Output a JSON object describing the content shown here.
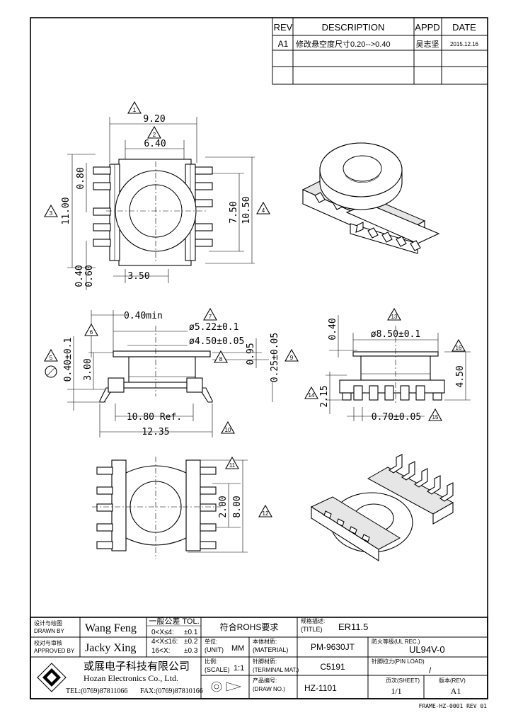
{
  "revision_table": {
    "headers": {
      "rev": "REV",
      "description": "DESCRIPTION",
      "appd": "APPD",
      "date": "DATE"
    },
    "rows": [
      {
        "rev": "A1",
        "description": "修改悬空度尺寸0.20-->0.40",
        "appd": "吴志坚",
        "date": "2015.12.16"
      }
    ]
  },
  "top_view": {
    "dim_width_outer": "9.20",
    "dim_width_inner": "6.40",
    "dim_pitch": "0.80",
    "dim_height_outer": "11.00",
    "dim_pin_span": "7.50",
    "dim_height_total": "10.50",
    "dim_bottom_1": "0.40",
    "dim_bottom_2": "0.60",
    "dim_offset": "3.50",
    "markers": [
      "1",
      "2",
      "3",
      "4"
    ]
  },
  "side_view": {
    "dim_min": "0.40min",
    "dim_flange": "ø5.22±0.1",
    "dim_core": "ø4.50±0.05",
    "dim_flange_h": "0.95",
    "dim_pin_thk": "0.25±0.05",
    "dim_standoff": "0.40±0.1",
    "dim_body_h": "3.00",
    "dim_ref": "10.80  Ref.",
    "dim_total": "12.35",
    "markers": [
      "5",
      "6",
      "7",
      "8",
      "9",
      "10"
    ]
  },
  "right_view": {
    "dim_top": "0.40",
    "dim_flange": "ø8.50±0.1",
    "dim_base_h": "2.15",
    "dim_height": "4.50",
    "dim_pin_w": "0.70±0.05",
    "markers": [
      "13",
      "14",
      "15",
      "16"
    ]
  },
  "bottom_view": {
    "dim_slot": "2.00",
    "dim_height": "8.00",
    "markers": [
      "11",
      "12"
    ]
  },
  "title_block": {
    "drawn_label_cn": "设计与绘图",
    "drawn_label_en": "DRAWN  BY",
    "drawn_by": "Wang  Feng",
    "approved_label_cn": "校对与审核",
    "approved_label_en": "APPROVED  BY",
    "approved_by": "Jacky  Xing",
    "tol_title": "一般公差  TOL.",
    "tol_rows": [
      {
        "range": "0<X≤4:",
        "tol": "±0.1"
      },
      {
        "range": "4<X≤16:",
        "tol": "±0.2"
      },
      {
        "range": "16<X:",
        "tol": "±0.3"
      }
    ],
    "rohs": "符合ROHS要求",
    "title_label_cn": "规格描述:",
    "title_label_en": "(TITLE)",
    "title_value": "ER11.5",
    "unit_label_cn": "单位:",
    "unit_label_en": "(UNIT)",
    "unit_value": "MM",
    "material_label_cn": "本体材质:",
    "material_label_en": "(MATERIAL)",
    "material_value": "PM-9630JT",
    "flame_label": "防火等级(UL REC.)",
    "flame_value": "UL94V-0",
    "scale_label_cn": "比例:",
    "scale_label_en": "(SCALE)",
    "scale_value": "1:1",
    "terminal_label_cn": "针脚材质:",
    "terminal_label_en": "(TERMINAL MAT.)",
    "terminal_value": "C5191",
    "pin_load_label": "针脚拉力(PIN LOAD)",
    "pin_load_value": "/",
    "drawing_label_cn": "产品编号:",
    "drawing_label_en": "(DRAW NO.)",
    "drawing_value": "HZ-1101",
    "sheet_label": "页次(SHEET)",
    "sheet_value": "1/1",
    "rev_label": "版本(REV)",
    "rev_value": "A1",
    "company_cn": "或展电子科技有限公司",
    "company_en": "Hozan Electronics Co.,  Ltd.",
    "tel": "TEL:(0769)87811066",
    "fax": "FAX:(0769)87810166",
    "frame_code": "FRAME-HZ-0001 REV 01"
  }
}
